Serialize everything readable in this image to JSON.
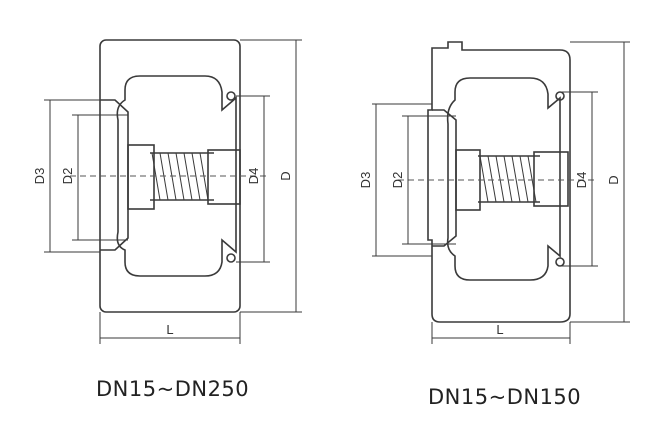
{
  "diagrams": [
    {
      "caption": "DN15~DN250",
      "labels": {
        "d3": "D3",
        "d2": "D2",
        "d4": "D4",
        "d": "D",
        "l": "L"
      }
    },
    {
      "caption": "DN15~DN150",
      "labels": {
        "d3": "D3",
        "d2": "D2",
        "d4": "D4",
        "d": "D",
        "l": "L"
      }
    }
  ]
}
